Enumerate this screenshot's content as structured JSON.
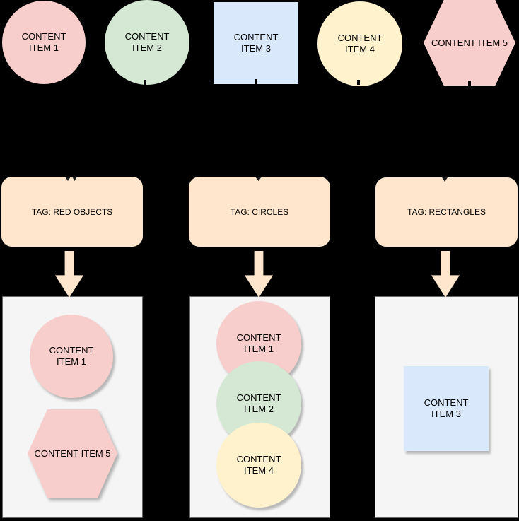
{
  "palette": {
    "background": "#000000",
    "red_fill": "#F8CECC",
    "green_fill": "#D5E8D4",
    "blue_fill": "#DAE8FC",
    "yellow_fill": "#FFF2CC",
    "tag_fill": "#FFE6CC",
    "container_fill": "#F5F5F5",
    "container_border": "#666666",
    "text_color": "#000000"
  },
  "source_items": [
    {
      "label": "CONTENT ITEM 1",
      "shape": "circle",
      "fill": "#F8CECC"
    },
    {
      "label": "CONTENT ITEM 2",
      "shape": "circle",
      "fill": "#D5E8D4"
    },
    {
      "label": "CONTENT ITEM 3",
      "shape": "square",
      "fill": "#DAE8FC"
    },
    {
      "label": "CONTENT ITEM 4",
      "shape": "circle",
      "fill": "#FFF2CC"
    },
    {
      "label": "CONTENT ITEM 5",
      "shape": "hexagon",
      "fill": "#F8CECC"
    }
  ],
  "tags": [
    {
      "label": "TAG: RED OBJECTS"
    },
    {
      "label": "TAG: CIRCLES"
    },
    {
      "label": "TAG: RECTANGLES"
    }
  ],
  "bins": [
    {
      "tag": "TAG: RED OBJECTS",
      "shapes": [
        {
          "label": "CONTENT ITEM 1",
          "shape": "circle",
          "fill": "#F8CECC"
        },
        {
          "label": "CONTENT ITEM 5",
          "shape": "hexagon",
          "fill": "#F8CECC"
        }
      ]
    },
    {
      "tag": "TAG: CIRCLES",
      "shapes": [
        {
          "label": "CONTENT ITEM 1",
          "shape": "circle",
          "fill": "#F8CECC"
        },
        {
          "label": "CONTENT ITEM 2",
          "shape": "circle",
          "fill": "#D5E8D4"
        },
        {
          "label": "CONTENT ITEM 4",
          "shape": "circle",
          "fill": "#FFF2CC"
        }
      ]
    },
    {
      "tag": "TAG: RECTANGLES",
      "shapes": [
        {
          "label": "CONTENT ITEM 3",
          "shape": "square",
          "fill": "#DAE8FC"
        }
      ]
    }
  ]
}
